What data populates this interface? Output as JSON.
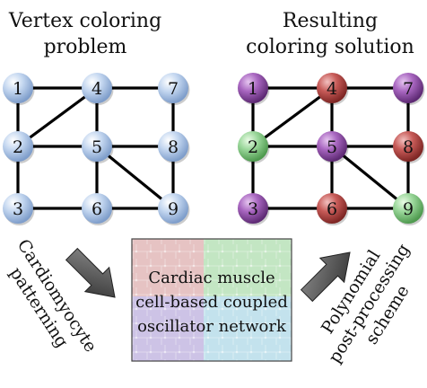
{
  "titles": {
    "left": [
      "Vertex coloring",
      "problem"
    ],
    "right": [
      "Resulting",
      "coloring solution"
    ]
  },
  "nodes": [
    "1",
    "2",
    "3",
    "4",
    "5",
    "6",
    "7",
    "8",
    "9"
  ],
  "edges": [
    [
      1,
      4
    ],
    [
      4,
      7
    ],
    [
      1,
      2
    ],
    [
      2,
      4
    ],
    [
      4,
      5
    ],
    [
      7,
      8
    ],
    [
      2,
      5
    ],
    [
      5,
      8
    ],
    [
      2,
      3
    ],
    [
      5,
      6
    ],
    [
      5,
      9
    ],
    [
      3,
      6
    ],
    [
      6,
      9
    ],
    [
      8,
      9
    ]
  ],
  "problem_color": "#aec8ea",
  "solution_colors": {
    "1": "#9b55b5",
    "4": "#c0504d",
    "7": "#9b55b5",
    "2": "#8bcc8b",
    "5": "#9b55b5",
    "8": "#c0504d",
    "3": "#9b55b5",
    "6": "#c0504d",
    "9": "#8bcc8b"
  },
  "center_box": {
    "lines": [
      "Cardiac muscle",
      "cell-based coupled",
      "oscillator network"
    ],
    "quadrant_colors": [
      "#d9a3a3",
      "#a3d9a3",
      "#b3a3d9",
      "#a3d3e3"
    ]
  },
  "left_arrow_label": [
    "Cardiomyocyte",
    "patterning"
  ],
  "right_arrow_label": [
    "Polynomial",
    "post-processing",
    "scheme"
  ]
}
